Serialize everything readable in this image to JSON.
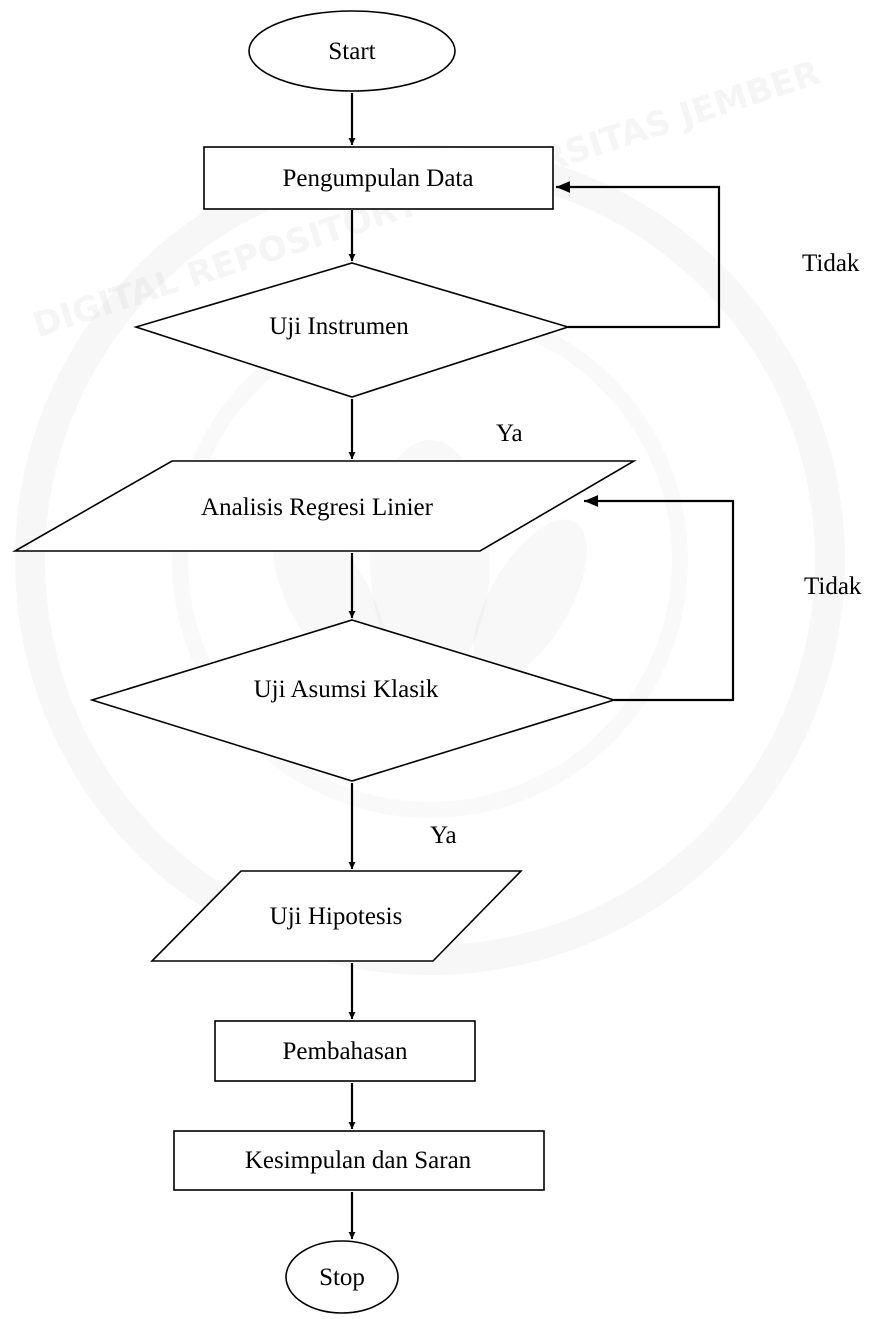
{
  "nodes": {
    "start": "Start",
    "pengumpulan": "Pengumpulan Data",
    "uji_instrumen": "Uji Instrumen",
    "analisis": "Analisis Regresi Linier",
    "uji_asumsi": "Uji Asumsi Klasik",
    "uji_hipotesis": "Uji Hipotesis",
    "pembahasan": "Pembahasan",
    "kesimpulan": "Kesimpulan dan Saran",
    "stop": "Stop"
  },
  "edge_labels": {
    "tidak_1": "Tidak",
    "ya_1": "Ya",
    "tidak_2": "Tidak",
    "ya_2": "Ya"
  },
  "watermark": {
    "text": "DIGITAL REPOSITORY UNIVERSITAS JEMBER",
    "color": "#9a9a9a"
  },
  "colors": {
    "stroke": "#000000",
    "background": "#ffffff"
  }
}
